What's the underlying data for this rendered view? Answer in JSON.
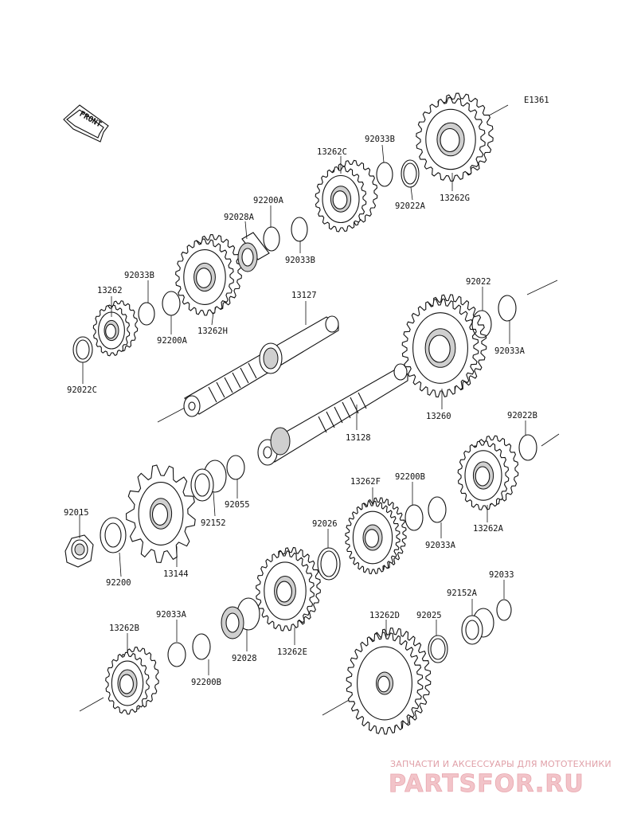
{
  "diagram": {
    "ref_code": "E1361",
    "front_label": "FRONT",
    "parts": [
      {
        "id": "13262C",
        "label": "13262C"
      },
      {
        "id": "92033B_top",
        "label": "92033B"
      },
      {
        "id": "92022A",
        "label": "92022A"
      },
      {
        "id": "13262G",
        "label": "13262G"
      },
      {
        "id": "92200A_top",
        "label": "92200A"
      },
      {
        "id": "92028A",
        "label": "92028A"
      },
      {
        "id": "92033B_mid",
        "label": "92033B"
      },
      {
        "id": "92033B_left",
        "label": "92033B"
      },
      {
        "id": "13262",
        "label": "13262"
      },
      {
        "id": "13262H",
        "label": "13262H"
      },
      {
        "id": "92200A_left",
        "label": "92200A"
      },
      {
        "id": "92022C",
        "label": "92022C"
      },
      {
        "id": "13127",
        "label": "13127"
      },
      {
        "id": "92022",
        "label": "92022"
      },
      {
        "id": "92033A_right",
        "label": "92033A"
      },
      {
        "id": "13260",
        "label": "13260"
      },
      {
        "id": "13128",
        "label": "13128"
      },
      {
        "id": "92022B",
        "label": "92022B"
      },
      {
        "id": "92055",
        "label": "92055"
      },
      {
        "id": "92152",
        "label": "92152"
      },
      {
        "id": "92015",
        "label": "92015"
      },
      {
        "id": "92200",
        "label": "92200"
      },
      {
        "id": "13144",
        "label": "13144"
      },
      {
        "id": "13262F",
        "label": "13262F"
      },
      {
        "id": "92200B_top",
        "label": "92200B"
      },
      {
        "id": "92033A_mid",
        "label": "92033A"
      },
      {
        "id": "13262A",
        "label": "13262A"
      },
      {
        "id": "92026",
        "label": "92026"
      },
      {
        "id": "92033",
        "label": "92033"
      },
      {
        "id": "92152A",
        "label": "92152A"
      },
      {
        "id": "92025",
        "label": "92025"
      },
      {
        "id": "13262D",
        "label": "13262D"
      },
      {
        "id": "13262E",
        "label": "13262E"
      },
      {
        "id": "92033A_low",
        "label": "92033A"
      },
      {
        "id": "13262B",
        "label": "13262B"
      },
      {
        "id": "92200B_low",
        "label": "92200B"
      },
      {
        "id": "92028",
        "label": "92028"
      }
    ]
  },
  "watermark": {
    "line1": "ЗАПЧАСТИ И АКСЕССУАРЫ ДЛЯ МОТОТЕХНИКИ",
    "line2": "PARTSFOR.RU"
  }
}
